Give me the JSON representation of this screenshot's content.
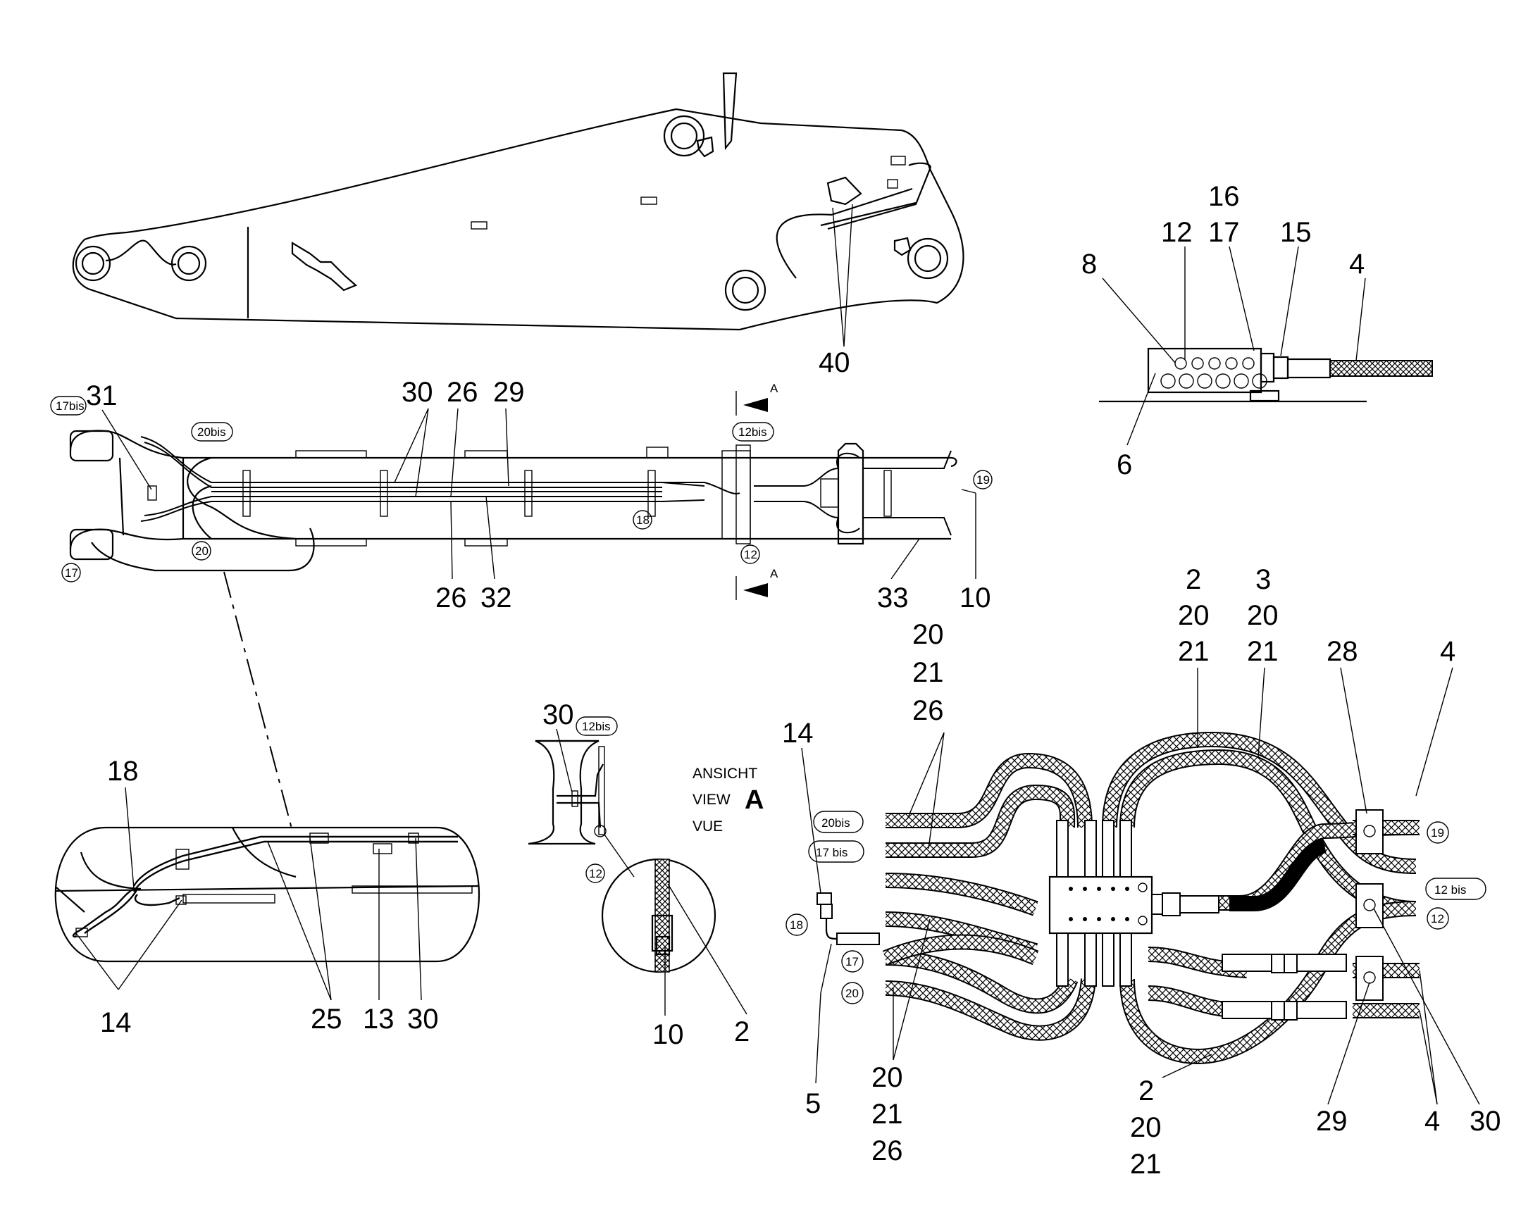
{
  "view_caption": {
    "lines": [
      "ANSICHT",
      "VIEW",
      "VUE"
    ],
    "letter": "A"
  },
  "section_marker": "A",
  "part_numbers": {
    "top_boom": [
      "40"
    ],
    "valve_detail": [
      "16",
      "17",
      "12",
      "15",
      "8",
      "4",
      "6"
    ],
    "boom_top_view": [
      "31",
      "30",
      "26",
      "29",
      "26",
      "32",
      "33",
      "10"
    ],
    "bottom_left_detail": [
      "18",
      "14",
      "25",
      "13",
      "30"
    ],
    "section_view": [
      "30",
      "10",
      "2"
    ],
    "hose_assembly": [
      "14",
      "20",
      "21",
      "26",
      "2",
      "20",
      "21",
      "3",
      "20",
      "21",
      "28",
      "4",
      "5",
      "20",
      "21",
      "26",
      "2",
      "20",
      "21",
      "29",
      "4",
      "30"
    ]
  },
  "port_tags": {
    "boom_top_view": [
      "17bis",
      "20bis",
      "12bis",
      "19",
      "18",
      "12",
      "20",
      "17"
    ],
    "section_view": [
      "12bis",
      "12"
    ],
    "hose_assembly": [
      "20bis",
      "17 bis",
      "18",
      "17",
      "20",
      "19",
      "12 bis",
      "12"
    ]
  }
}
